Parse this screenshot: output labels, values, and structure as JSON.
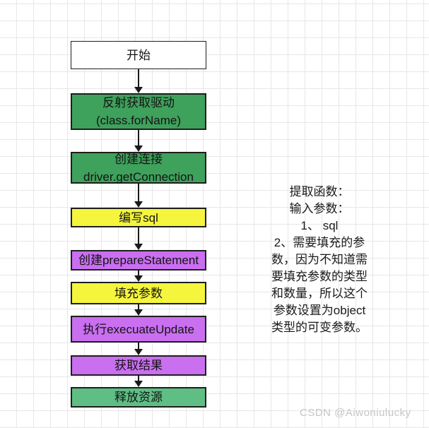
{
  "flow": {
    "nodes": [
      {
        "id": "start",
        "label": "开始",
        "fill": "#ffffff"
      },
      {
        "id": "load-driver",
        "label": "反射获取驱动\n(class.forName)",
        "fill": "#3ea15c"
      },
      {
        "id": "create-connection",
        "label": "创建连接\ndriver.getConnection",
        "fill": "#3ea15c"
      },
      {
        "id": "write-sql",
        "label": "编写sql",
        "fill": "#f5f53d"
      },
      {
        "id": "create-statement",
        "label": "创建prepareStatement",
        "fill": "#c96ff0"
      },
      {
        "id": "fill-params",
        "label": "填充参数",
        "fill": "#f5f53d"
      },
      {
        "id": "execute-update",
        "label": "执行execuateUpdate",
        "fill": "#c96ff0"
      },
      {
        "id": "get-result",
        "label": "获取结果",
        "fill": "#c96ff0"
      },
      {
        "id": "release-resources",
        "label": "释放资源",
        "fill": "#5fbe84"
      }
    ],
    "connector_color": "#1a1a1a",
    "border_color": "#1e1e1e"
  },
  "note": {
    "text": "提取函数：\n输入参数：\n1、 sql\n2、需要填充的参\n数，因为不知道需\n要填充参数的类型\n和数量，所以这个\n参数设置为object\n类型的可变参数。",
    "color": "#1a1a1a"
  },
  "watermark": {
    "text": "CSDN @Aiwoniulucky",
    "color": "#c5c5c5"
  },
  "canvas": {
    "grid_color": "#e7e7e7",
    "background": "#ffffff"
  }
}
